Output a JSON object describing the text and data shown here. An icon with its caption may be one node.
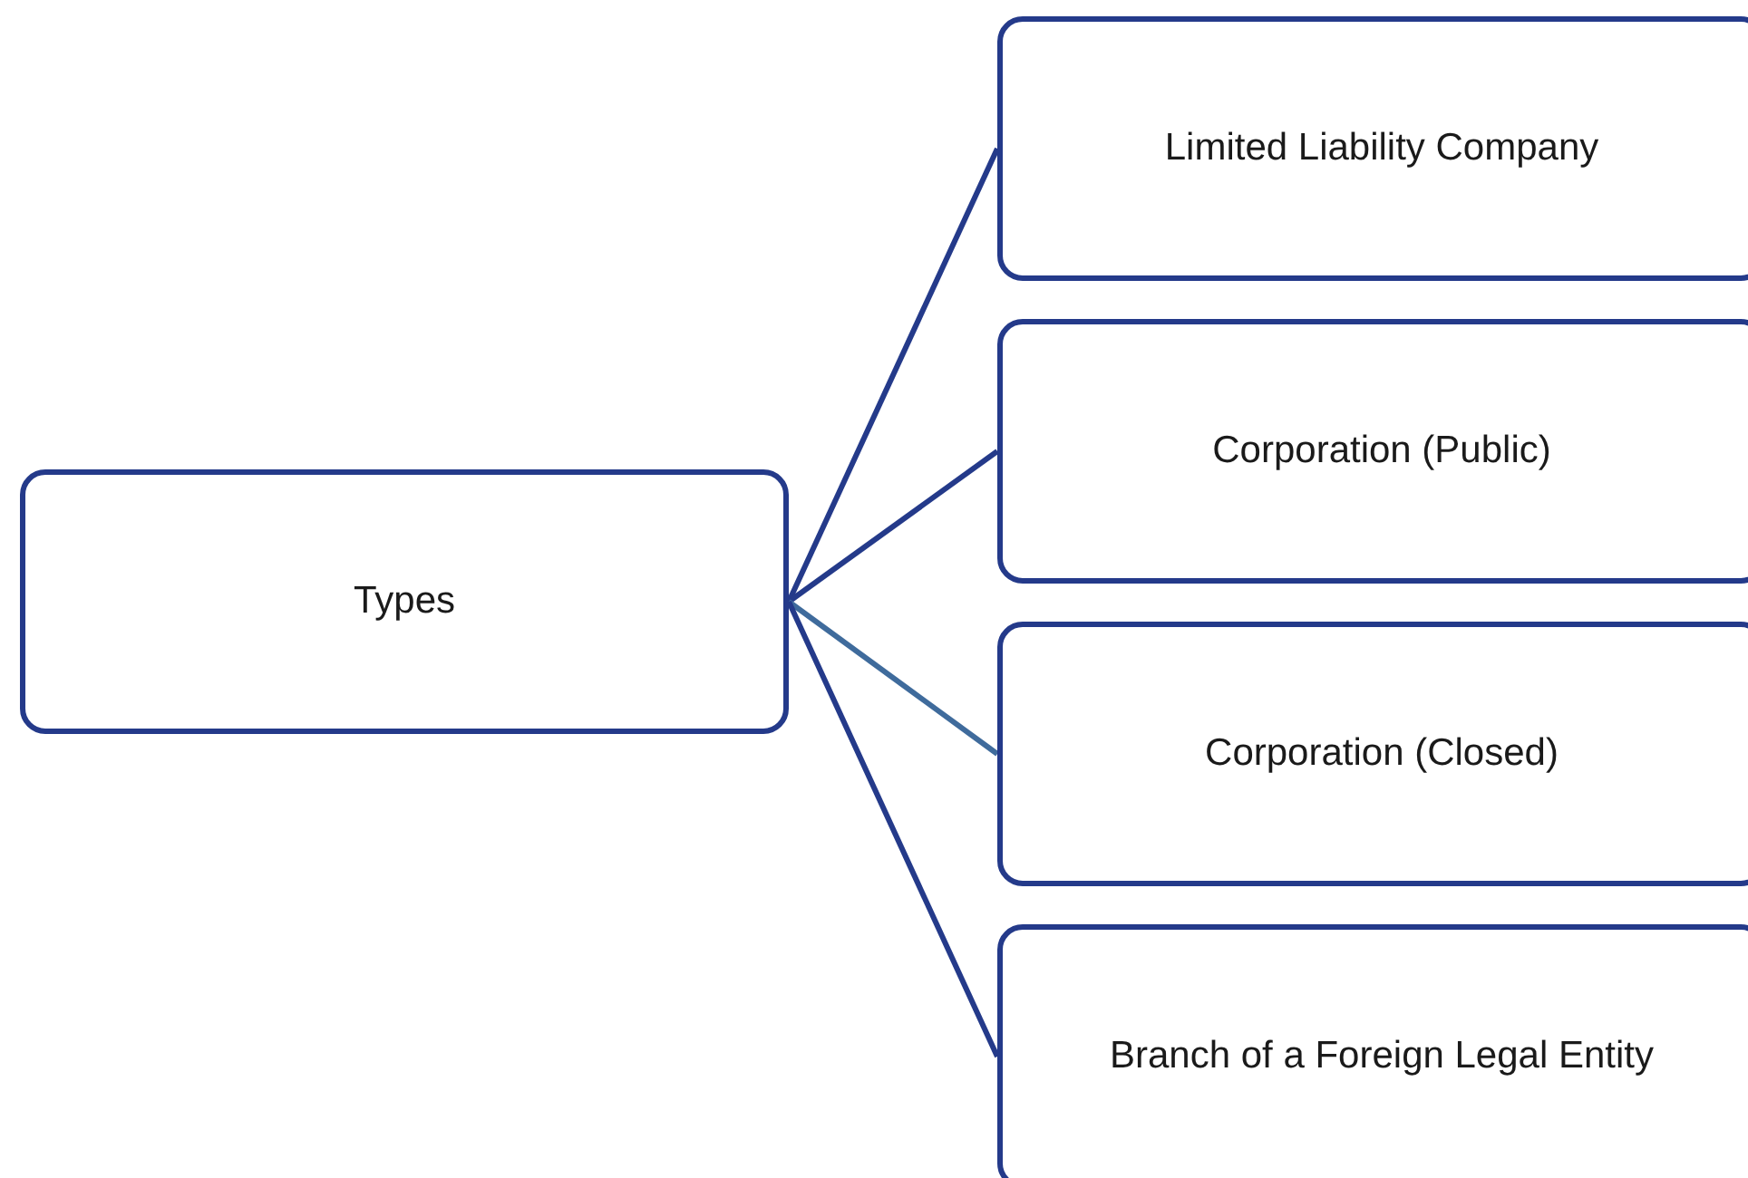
{
  "diagram": {
    "nodes": [
      {
        "text": [
          "Types"
        ]
      },
      {
        "text": [
          "Limited Liability Company"
        ]
      },
      {
        "text": [
          "Corporation (Public)"
        ]
      },
      {
        "text": [
          "Corporation (Closed)"
        ]
      },
      {
        "text": [
          "Branch of a Foreign Legal Entity"
        ]
      }
    ],
    "edges": [
      {
        "from": 0,
        "to": 1,
        "arrow": "none"
      },
      {
        "from": 0,
        "to": 2,
        "arrow": "none"
      },
      {
        "from": 0,
        "to": 3,
        "arrow": "none",
        "color": "#3f6b9c"
      },
      {
        "from": 0,
        "to": 4,
        "arrow": "none"
      }
    ]
  }
}
